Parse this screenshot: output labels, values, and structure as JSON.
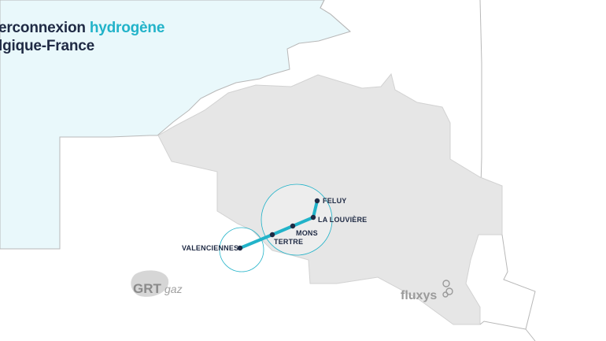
{
  "title": {
    "line1_prefix": "erconnexion ",
    "line1_accent": "hydrogène",
    "line2": "lgique-France"
  },
  "cities": [
    {
      "name": "FELUY"
    },
    {
      "name": "LA LOUVIÈRE"
    },
    {
      "name": "MONS"
    },
    {
      "name": "TERTRE"
    },
    {
      "name": "VALENCIENNES"
    }
  ],
  "logos": {
    "grtgaz": {
      "left": "GRT",
      "right": "gaz"
    },
    "fluxys": {
      "text": "fluxys"
    }
  },
  "colors": {
    "sea": "#e9f8fb",
    "belgium": "#e6e6e6",
    "border_line": "#b8b8b8",
    "pipeline": "#22b3c9",
    "node": "#1f2a44",
    "title_text": "#1f2a44",
    "title_accent": "#22b3c9"
  }
}
